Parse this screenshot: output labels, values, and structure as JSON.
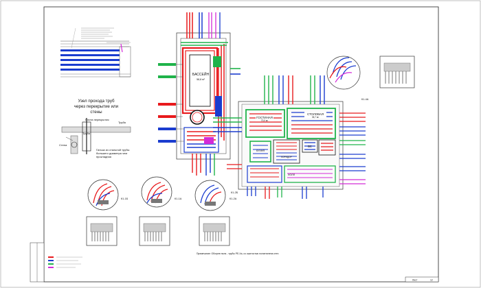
{
  "drawing": {
    "pool_room_label": "БАССЕЙН",
    "pool_area": "58,8 м²",
    "node_title": [
      "Узел прохода труб",
      "через перекрытие или",
      "стены"
    ],
    "node_labels": {
      "slab": "Плита перекрытия",
      "pipe": "Труба",
      "wall": "Стена",
      "sleeve": [
        "Гильза из стальной трубы",
        "большего диаметра чем",
        "прокладная"
      ]
    },
    "rooms": {
      "living": "ГОСТИНАЯ",
      "living_area": "70,0 м²",
      "dining": "СТОЛОВАЯ",
      "dining_area": "35,7 м²",
      "hall": "ХОЛЛ",
      "bath": "ВС",
      "kitchen": "КУХНЯ",
      "corridor": "КОРИДОР"
    },
    "manifold_tags": [
      "К1-1Б",
      "К1-1А",
      "К1-2А",
      "К1-2Б",
      "К1-4А"
    ],
    "bottom_note": "Примечание: Обогрев пола - трубы PE-Xa, со сшитостью полиэтилена стен.",
    "title_block": {
      "sheet_label": "Лист",
      "sheet_no": "12"
    }
  },
  "colors": {
    "red": "#e8191c",
    "blue": "#1a3ccf",
    "green": "#1fb34a",
    "magenta": "#d42ad8",
    "black": "#111111"
  }
}
